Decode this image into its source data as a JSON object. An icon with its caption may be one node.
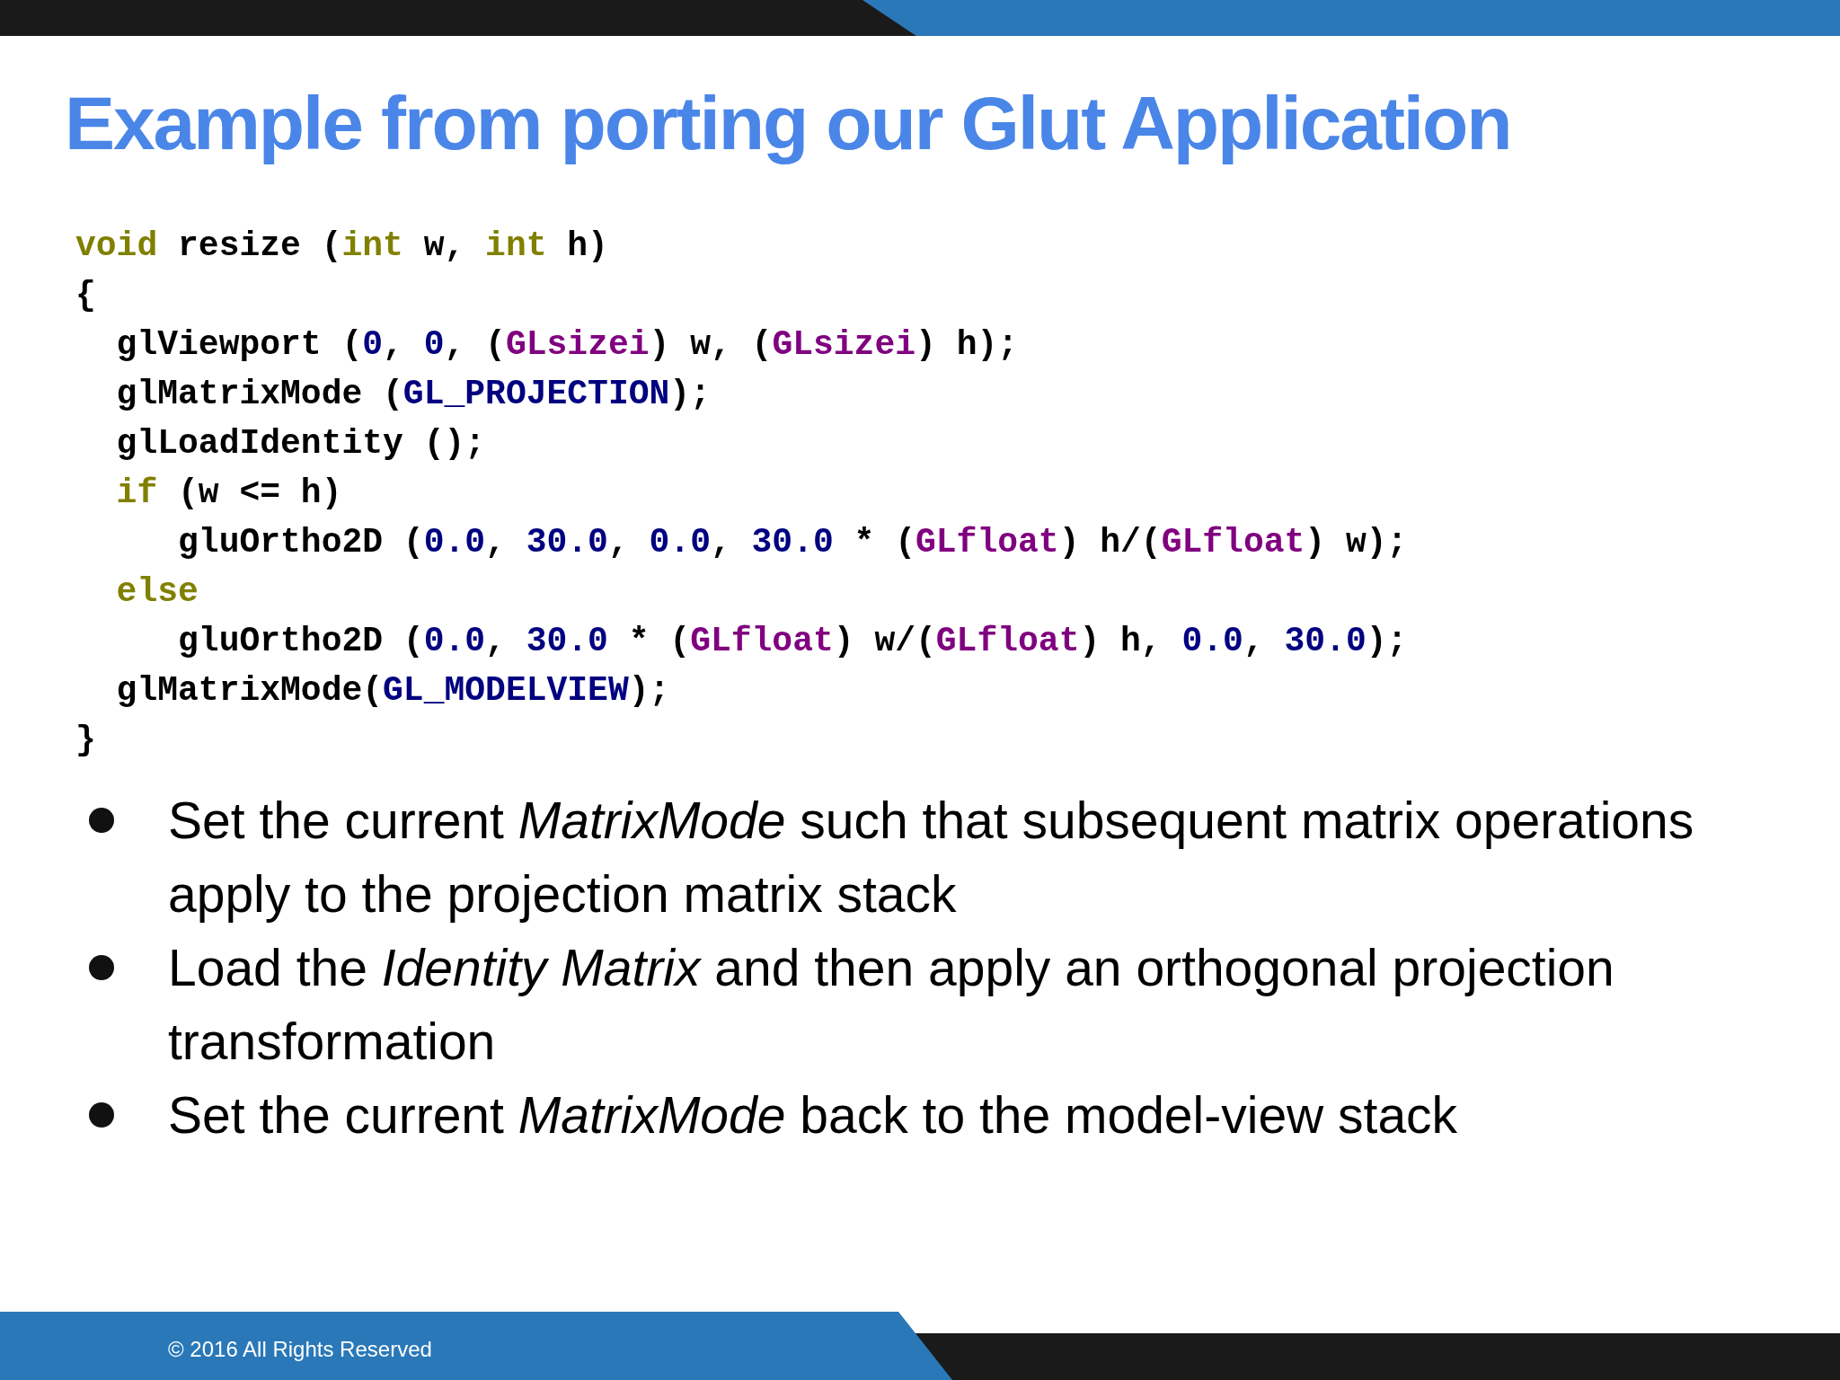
{
  "diagram": {
    "title": "Example from porting our Glut Application",
    "labels": [
      "void resize (int w, int h)",
      "{",
      "  glViewport (0, 0, (GLsizei) w, (GLsizei) h);",
      "  glMatrixMode (GL_PROJECTION);",
      "  glLoadIdentity ();",
      "  if (w <= h)",
      "     gluOrtho2D (0.0, 30.0, 0.0, 30.0 * (GLfloat) h/(GLfloat) w);",
      "  else",
      "     gluOrtho2D (0.0, 30.0 * (GLfloat) w/(GLfloat) h, 0.0, 30.0);",
      "  glMatrixMode(GL_MODELVIEW);",
      "}",
      "Set the current *MatrixMode* such that subsequent matrix operations apply to the projection matrix stack",
      "Load the *Identity Matrix* and then apply an orthogonal projection transformation",
      "Set the current *MatrixMode* back to the model-view stack",
      "© 2016 All Rights Reserved"
    ]
  }
}
